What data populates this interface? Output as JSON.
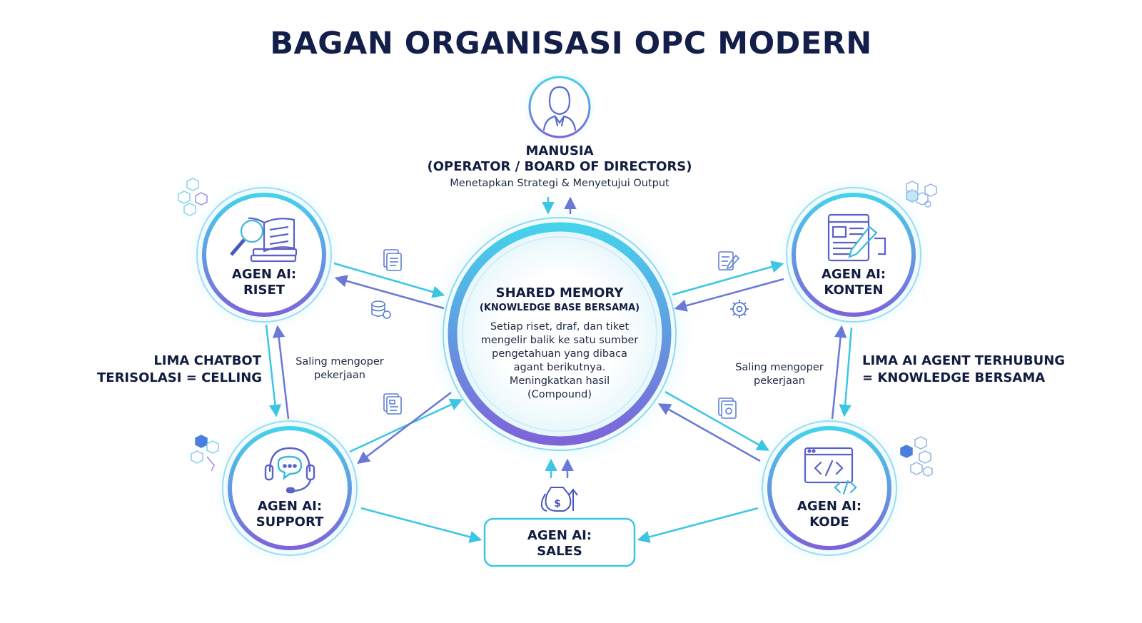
{
  "title": "BAGAN ORGANISASI OPC MODERN",
  "human": {
    "name": "MANUSIA",
    "role": "(OPERATOR / BOARD OF DIRECTORS)",
    "desc": "Menetapkan Strategi & Menyetujui Output",
    "icon": "user-icon"
  },
  "center": {
    "title": "SHARED MEMORY",
    "subtitle": "(KNOWLEDGE BASE BERSAMA)",
    "desc": [
      "Setiap riset, draf, dan tiket",
      "mengelir balik ke satu sumber",
      "pengetahuan yang dibaca",
      "agant berikutnya.",
      "Meningkatkan hasil",
      "(Compound)"
    ]
  },
  "agents": {
    "riset": {
      "line1": "AGEN AI:",
      "line2": "RISET",
      "icon": "research-book-icon"
    },
    "konten": {
      "line1": "AGEN AI:",
      "line2": "KONTEN",
      "icon": "content-writing-icon"
    },
    "support": {
      "line1": "AGEN AI:",
      "line2": "SUPPORT",
      "icon": "headset-icon"
    },
    "kode": {
      "line1": "AGEN AI:",
      "line2": "KODE",
      "icon": "code-window-icon"
    },
    "sales": {
      "line1": "AGEN AI:",
      "line2": "SALES",
      "icon": "money-bag-icon"
    }
  },
  "left_note": {
    "line1": "LIMA CHATBOT",
    "line2": "TERISOLASI = CELLING"
  },
  "right_note": {
    "line1": "LIMA AI AGENT TERHUBUNG",
    "line2": "= KNOWLEDGE BERSAMA"
  },
  "handoff_left": {
    "line1": "Saling mengoper",
    "line2": "pekerjaan"
  },
  "handoff_right": {
    "line1": "Saling mengoper",
    "line2": "pekerjaan"
  },
  "colors": {
    "cyan": "#3cc6e3",
    "purple": "#7a6ad8",
    "blue": "#5b7fd6",
    "navy": "#121c40"
  }
}
